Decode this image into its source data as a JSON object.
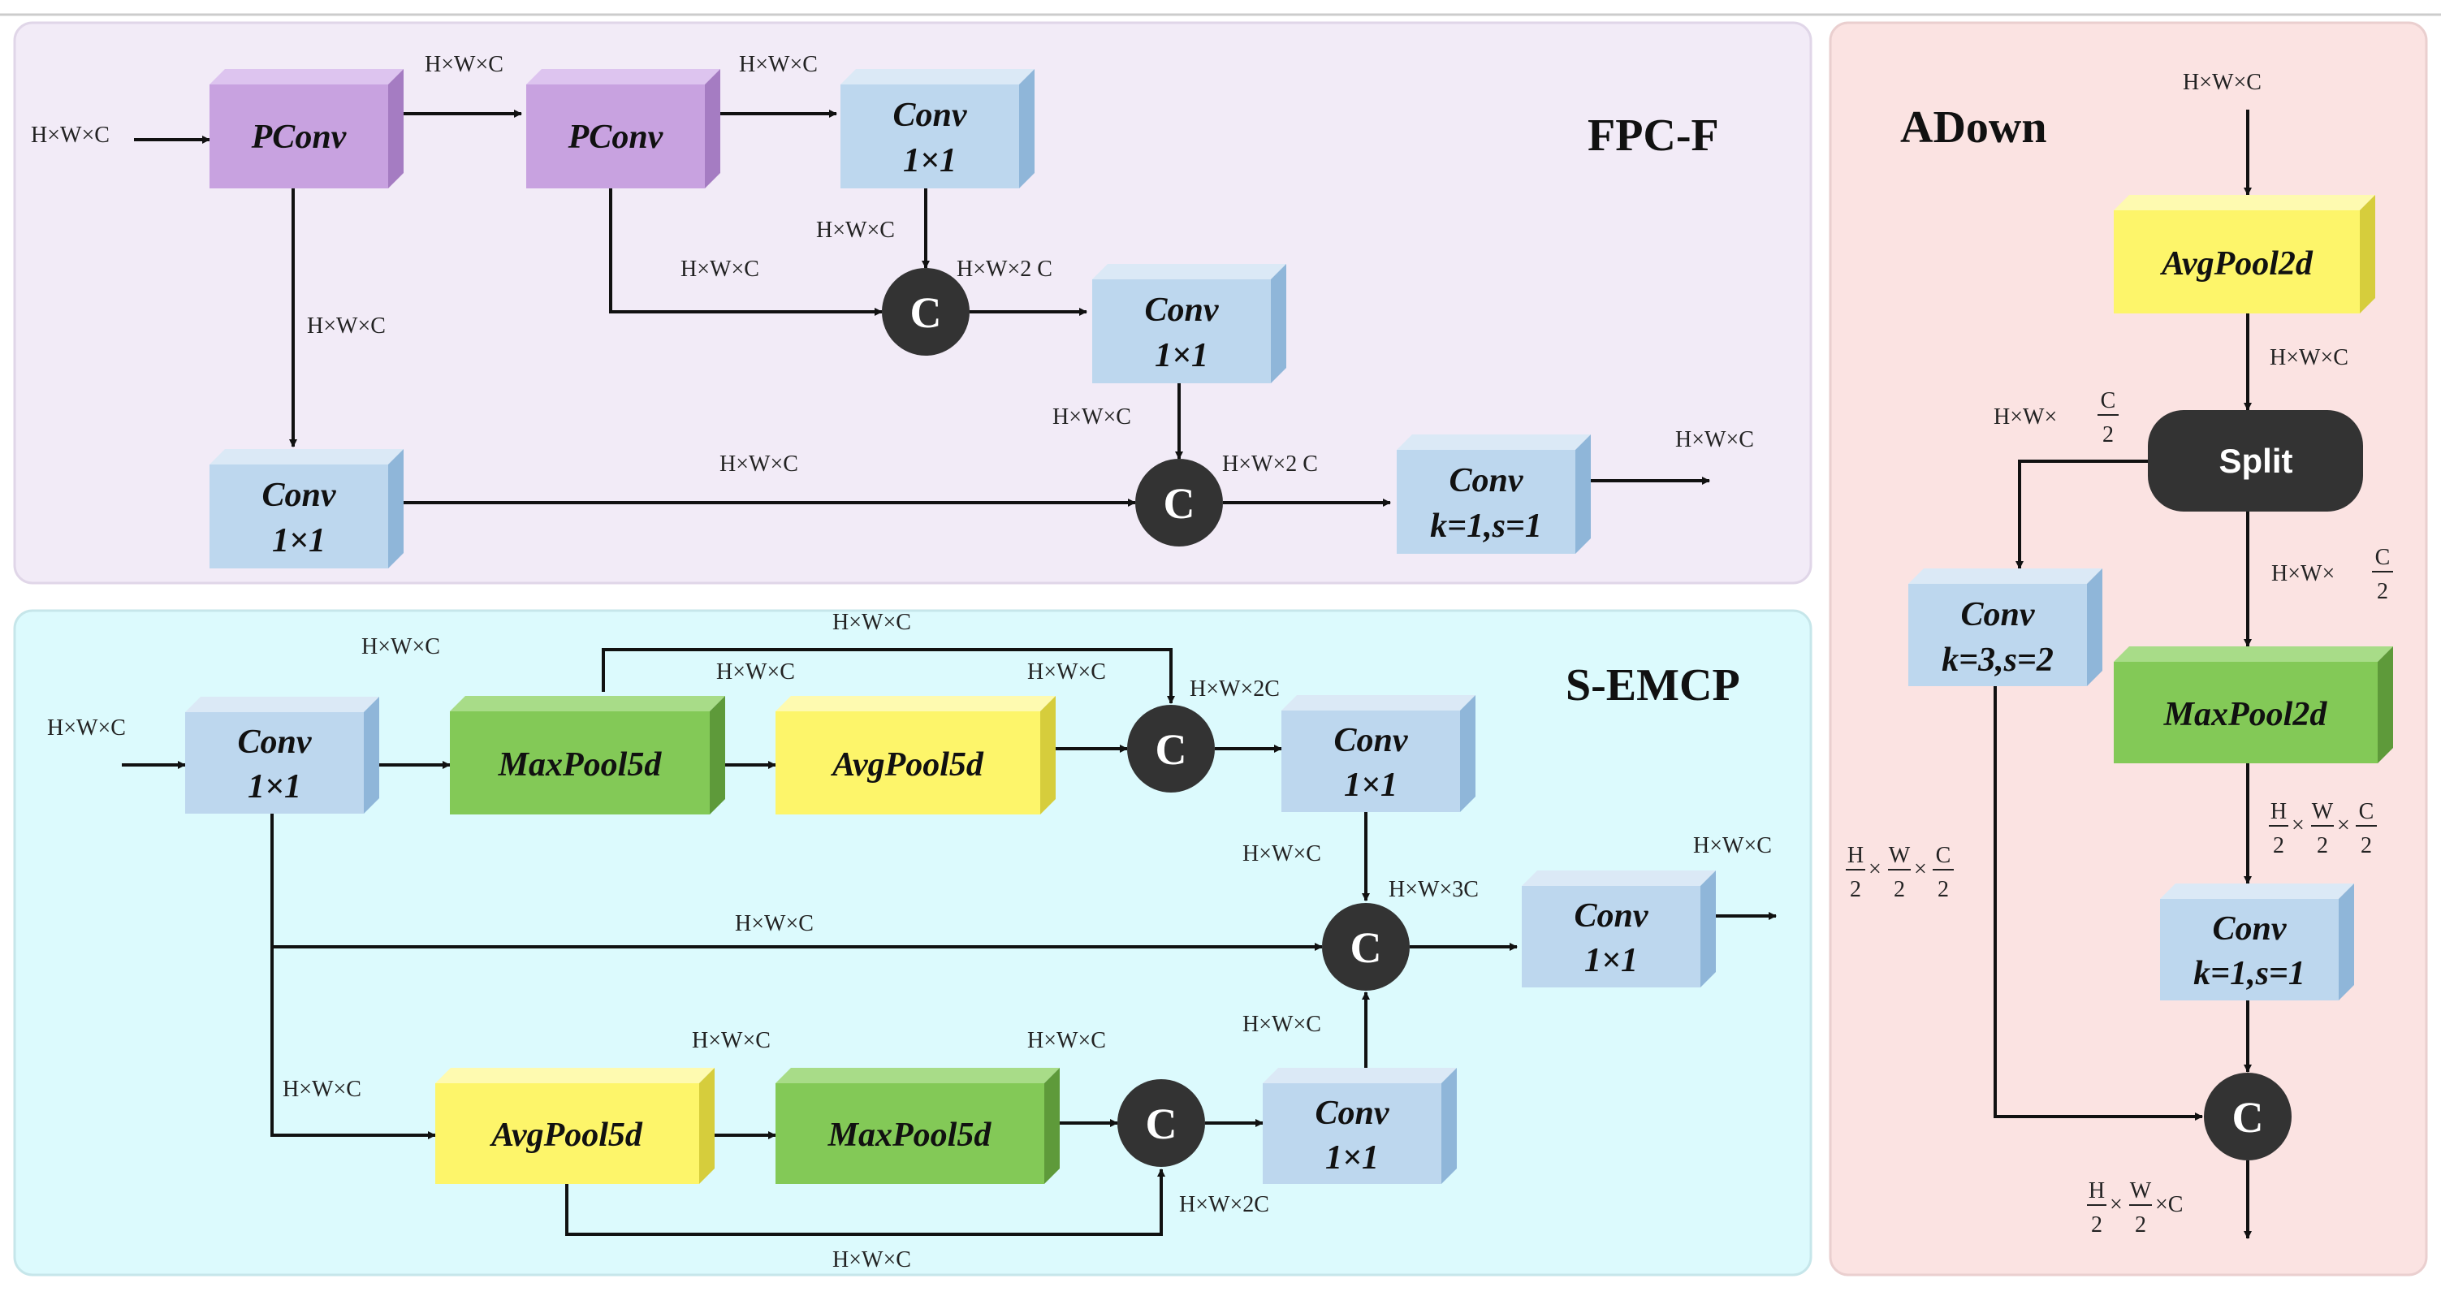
{
  "colors": {
    "fpc_bg": "#f2ebf7",
    "semcp_bg": "#dcfafd",
    "adown_bg": "#fbe3e2",
    "pconv": "#c8a2e0",
    "conv": "#bdd7ee",
    "avgpool": "#fdf56a",
    "maxpool": "#83c957",
    "node": "#333333"
  },
  "fpc": {
    "title": "FPC-F",
    "pconv1": "PConv",
    "pconv2": "PConv",
    "conv_a": [
      "Conv",
      "1×1"
    ],
    "conv_b": [
      "Conv",
      "1×1"
    ],
    "conv_c": [
      "Conv",
      "1×1"
    ],
    "conv_out": [
      "Conv",
      "k=1,s=1"
    ],
    "concat": "C",
    "l_in": "H×W×C",
    "l_p1p2": "H×W×C",
    "l_p2conv": "H×W×C",
    "l_conva_c": "H×W×C",
    "l_p2_c": "H×W×C",
    "l_c1_out": "H×W×2  C",
    "l_p1_down": "H×W×C",
    "l_convb_c": "H×W×C",
    "l_convc_c": "H×W×C",
    "l_c2_out": "H×W×2  C",
    "l_out": "H×W×C"
  },
  "semcp": {
    "title": "S-EMCP",
    "conv_in": [
      "Conv",
      "1×1"
    ],
    "maxpool_top": "MaxPool5d",
    "avgpool_top": "AvgPool5d",
    "conv_top": [
      "Conv",
      "1×1"
    ],
    "conv_out": [
      "Conv",
      "1×1"
    ],
    "avgpool_bot": "AvgPool5d",
    "maxpool_bot": "MaxPool5d",
    "conv_bot": [
      "Conv",
      "1×1"
    ],
    "concat": "C",
    "l_in": "H×W×C",
    "l_conv_down": "H×W×C",
    "l_skip_top": "H×W×C",
    "l_max_up": "H×W×C",
    "l_avg_out": "H×W×C",
    "l_c1_out": "H×W×2C",
    "l_convtop_down": "H×W×C",
    "l_mid": "H×W×C",
    "l_c2_out": "H×W×3C",
    "l_out": "H×W×C",
    "l_bot_branch": "H×W×C",
    "l_avgbot_out": "H×W×C",
    "l_maxbot_out": "H×W×C",
    "l_convbot_up": "H×W×C",
    "l_c3_out": "H×W×2C",
    "l_skip_bot": "H×W×C"
  },
  "adown": {
    "title": "ADown",
    "avgpool": "AvgPool2d",
    "split": "Split",
    "conv_left": [
      "Conv",
      "k=3,s=2"
    ],
    "maxpool": "MaxPool2d",
    "conv_right": [
      "Conv",
      "k=1,s=1"
    ],
    "concat": "C",
    "l_in": "H×W×C",
    "l_avg_out": "H×W×C",
    "frac_hw": "H×W×",
    "frac_c": "C",
    "frac_2": "2",
    "frac_h": "H",
    "frac_w": "W",
    "times": "×",
    "times_c": "×C"
  }
}
